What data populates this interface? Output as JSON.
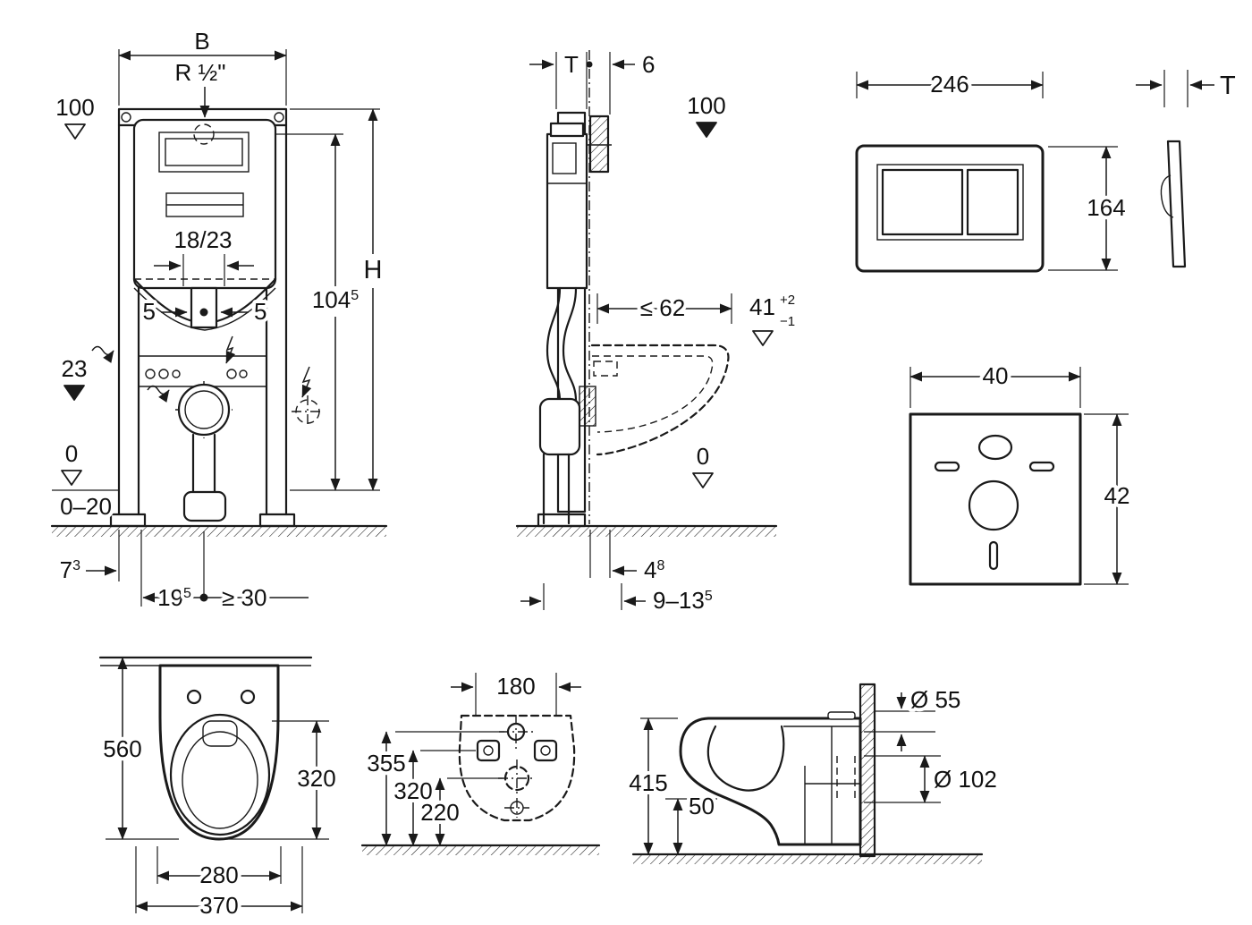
{
  "colors": {
    "line": "#1a1a1a",
    "background": "#ffffff"
  },
  "front_view": {
    "dim_B": "B",
    "thread": "R ½\"",
    "level_100": "100",
    "dim_18_23": "18/23",
    "dim_5_left": "5",
    "dim_5_right": "5",
    "level_23": "23",
    "dim_H": "H",
    "dim_104": {
      "value": "104",
      "sup": "5"
    },
    "level_0": "0",
    "range_0_20": "0–20",
    "dim_73": {
      "value": "7",
      "sup": "3"
    },
    "dim_195": {
      "value": "19",
      "sup": "5"
    },
    "dim_min30": "≥ 30"
  },
  "side_view": {
    "dim_T": "T",
    "dim_6": "6",
    "level_100": "100",
    "dim_max62": "≤ 62",
    "dim_41": {
      "value": "41",
      "tol_plus": "+2",
      "tol_minus": "−1"
    },
    "level_0": "0",
    "dim_48": {
      "value": "4",
      "sup": "8"
    },
    "dim_9_13": {
      "value": "9–13",
      "sup": "5"
    }
  },
  "flush_plate_front": {
    "dim_246": "246",
    "dim_164": "164"
  },
  "flush_plate_side": {
    "dim_T": "T"
  },
  "sound_insulation_pad": {
    "dim_40": "40",
    "dim_42": "42"
  },
  "toilet_top_view": {
    "dim_560": "560",
    "dim_320": "320",
    "dim_280": "280",
    "dim_370": "370"
  },
  "mounting_template_view": {
    "dim_180": "180",
    "dim_355": "355",
    "dim_320": "320",
    "dim_220": "220"
  },
  "toilet_side_view": {
    "dim_415": "415",
    "dim_50": "50",
    "dim_dia_55": "Ø 55",
    "dim_dia_102": "Ø 102"
  }
}
